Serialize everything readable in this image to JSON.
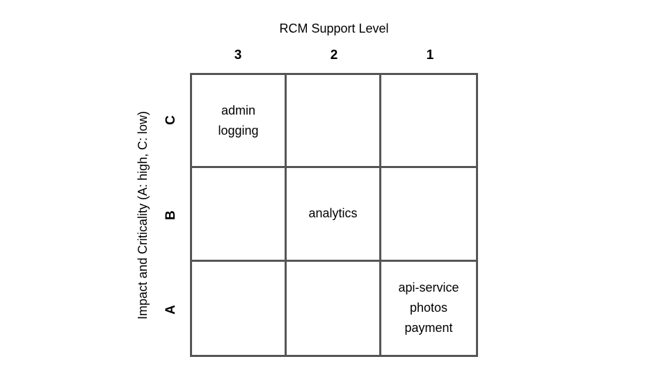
{
  "matrix": {
    "title": "RCM Support Level",
    "y_axis_label": "Impact and Criticality (A: high, C: low)",
    "column_headers": [
      "3",
      "2",
      "1"
    ],
    "row_headers": [
      "C",
      "B",
      "A"
    ],
    "cells": {
      "C3": [
        "admin",
        "logging"
      ],
      "C2": [],
      "C1": [],
      "B3": [],
      "B2": [
        "analytics"
      ],
      "B1": [],
      "A3": [],
      "A2": [],
      "A1": [
        "api-service",
        "photos",
        "payment"
      ]
    }
  },
  "colors": {
    "grid_line": "#555555",
    "text": "#000000",
    "background": "#ffffff"
  }
}
